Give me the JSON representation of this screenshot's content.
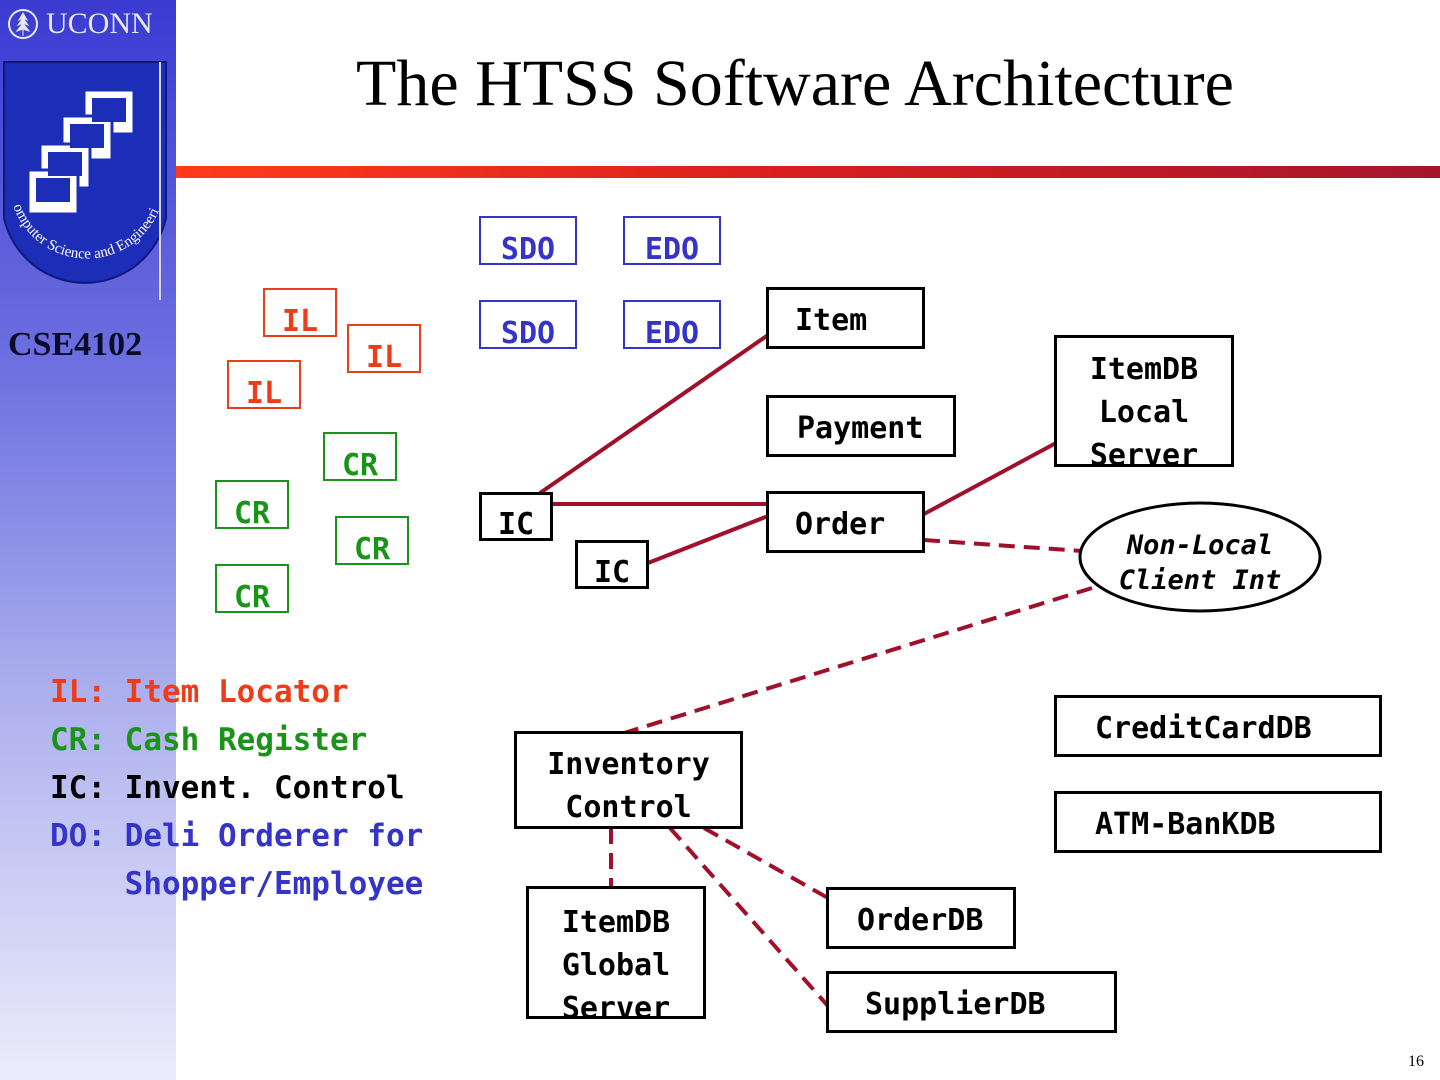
{
  "header": {
    "uconn_logo_text": "UCONN",
    "department_seal_text": "Computer Science and Engineering",
    "course": "CSE4102",
    "title": "The HTSS Software Architecture"
  },
  "colors": {
    "item_locator": "#ec3d1a",
    "cash_register": "#199419",
    "deli_orderer": "#3434c8",
    "link": "#a0102a",
    "rule_start": "#ff3b1a",
    "rule_end": "#a6152c"
  },
  "diagram": {
    "item_locators": [
      "IL",
      "IL",
      "IL"
    ],
    "cash_registers": [
      "CR",
      "CR",
      "CR",
      "CR"
    ],
    "deli_orderers": [
      "SDO",
      "EDO",
      "SDO",
      "EDO"
    ],
    "invent_controls": [
      "IC",
      "IC"
    ],
    "item": "Item",
    "payment": "Payment",
    "order": "Order",
    "itemdb_local": "ItemDB\nLocal\nServer",
    "non_local": "Non-Local\nClient Int",
    "inventory_control": "Inventory\nControl",
    "itemdb_global": "ItemDB\nGlobal\nServer",
    "creditcarddb": "CreditCardDB",
    "atm_bankdb": "ATM-BanKDB",
    "orderdb": "OrderDB",
    "supplierdb": "SupplierDB"
  },
  "legend": {
    "il": "IL: Item Locator",
    "cr": "CR: Cash Register",
    "ic": "IC: Invent. Control",
    "do": "DO: Deli Orderer for\n    Shopper/Employee"
  },
  "page_number": "16"
}
